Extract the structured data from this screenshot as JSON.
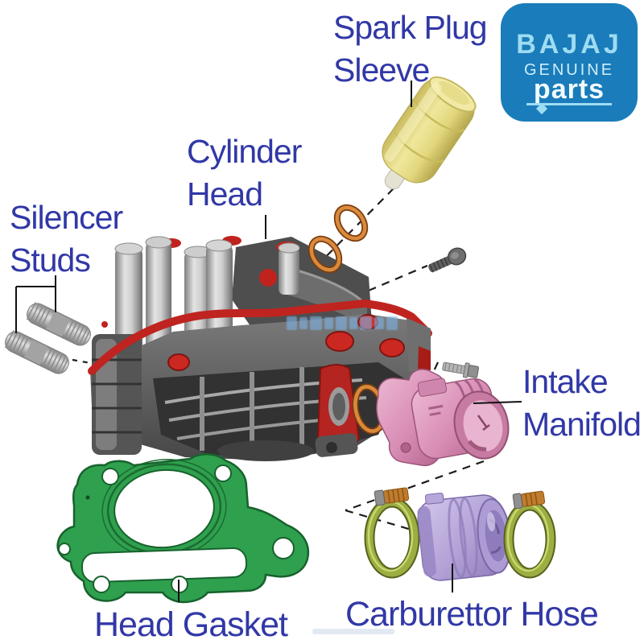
{
  "page": {
    "title": "Bajaj Cylinder Head Exploded Parts Diagram",
    "background": "#ffffff"
  },
  "labels": {
    "color": "#3138a6",
    "spark_plug_sleeve": {
      "line1": "Spark Plug",
      "line2": "Sleeve"
    },
    "cylinder_head": {
      "line1": "Cylinder",
      "line2": "Head"
    },
    "silencer_studs": {
      "line1": "Silencer",
      "line2": "Studs"
    },
    "intake_manifold": {
      "line1": "Intake",
      "line2": "Manifold"
    },
    "head_gasket": {
      "text": "Head Gasket"
    },
    "carburettor_hose": {
      "text": "Carburettor Hose"
    }
  },
  "logo": {
    "brand": "BAJAJ",
    "subtitle": "GENUINE",
    "word": "parts",
    "background": "#1a7cba",
    "brand_color": "#9edcf2",
    "subtitle_color": "#cdeefb",
    "word_color": "#f2fbff"
  },
  "parts": {
    "spark_plug_sleeve": {
      "name": "Spark Plug Sleeve",
      "color": "#e7dd86"
    },
    "cylinder_head": {
      "name": "Cylinder Head",
      "color": "#8f8f8f",
      "accent": "#c02420"
    },
    "silencer_studs": {
      "name": "Silencer Studs",
      "color": "#bcbcbc",
      "count": 2
    },
    "head_gasket": {
      "name": "Head Gasket",
      "color": "#2fa04e"
    },
    "intake_manifold": {
      "name": "Intake Manifold",
      "color": "#d88fb6"
    },
    "carburettor_hose": {
      "name": "Carburettor Hose",
      "color": "#b3a2d8"
    },
    "hose_clamps": {
      "name": "Hose Clamps",
      "color": "#98a93e",
      "count": 2
    },
    "o_rings": {
      "name": "O-Rings",
      "color": "#c8742c",
      "count": 3
    },
    "screws": {
      "name": "Mounting Screws",
      "color": "#6e6e6e",
      "count": 2
    }
  }
}
